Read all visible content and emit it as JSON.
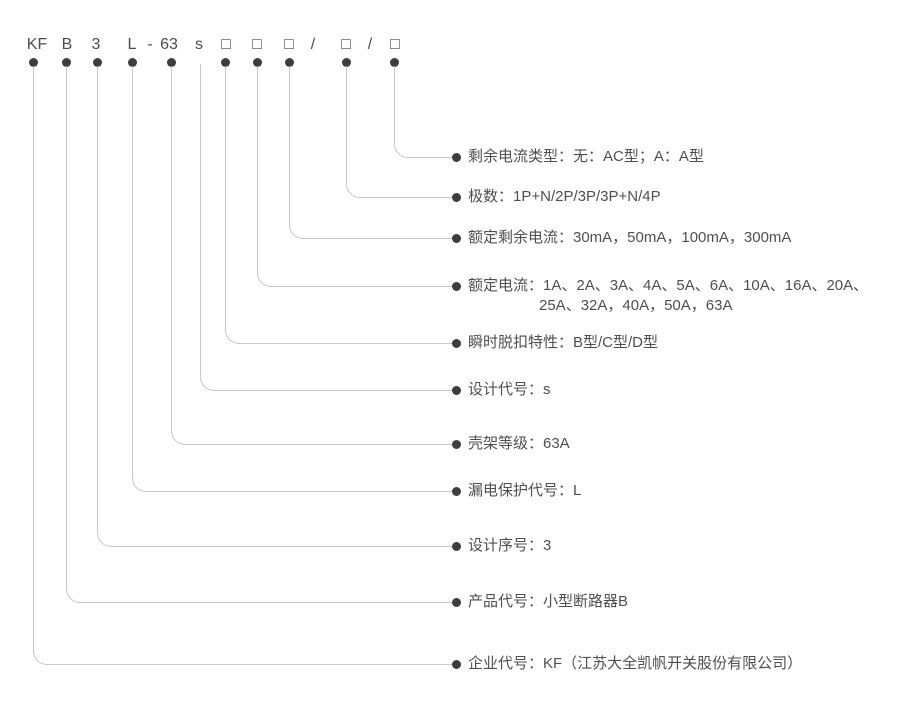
{
  "colors": {
    "text": "#4f4f4f",
    "line": "#c6c6c6",
    "dot": "#3d3d3d",
    "background": "#ffffff"
  },
  "model_code": {
    "segments": [
      "KF",
      "B",
      "3",
      "L",
      "-",
      "63",
      "s",
      "□",
      "□",
      "□",
      "/",
      "□",
      "/",
      "□"
    ]
  },
  "legend": {
    "rows": [
      {
        "label": "剩余电流类型：无：AC型；A：A型"
      },
      {
        "label": "极数：1P+N/2P/3P/3P+N/4P"
      },
      {
        "label": "额定剩余电流：30mA，50mA，100mA，300mA"
      },
      {
        "lines": [
          "额定电流：1A、2A、3A、4A、5A、6A、10A、16A、20A、",
          "25A、32A，40A，50A，63A"
        ]
      },
      {
        "label": "瞬时脱扣特性：B型/C型/D型"
      },
      {
        "label": "设计代号：s"
      },
      {
        "label": "壳架等级：63A"
      },
      {
        "label": "漏电保护代号：L"
      },
      {
        "label": "设计序号：3"
      },
      {
        "label": "产品代号：小型断路器B"
      },
      {
        "label": "企业代号：KF（江苏大全凯帆开关股份有限公司）"
      }
    ]
  }
}
